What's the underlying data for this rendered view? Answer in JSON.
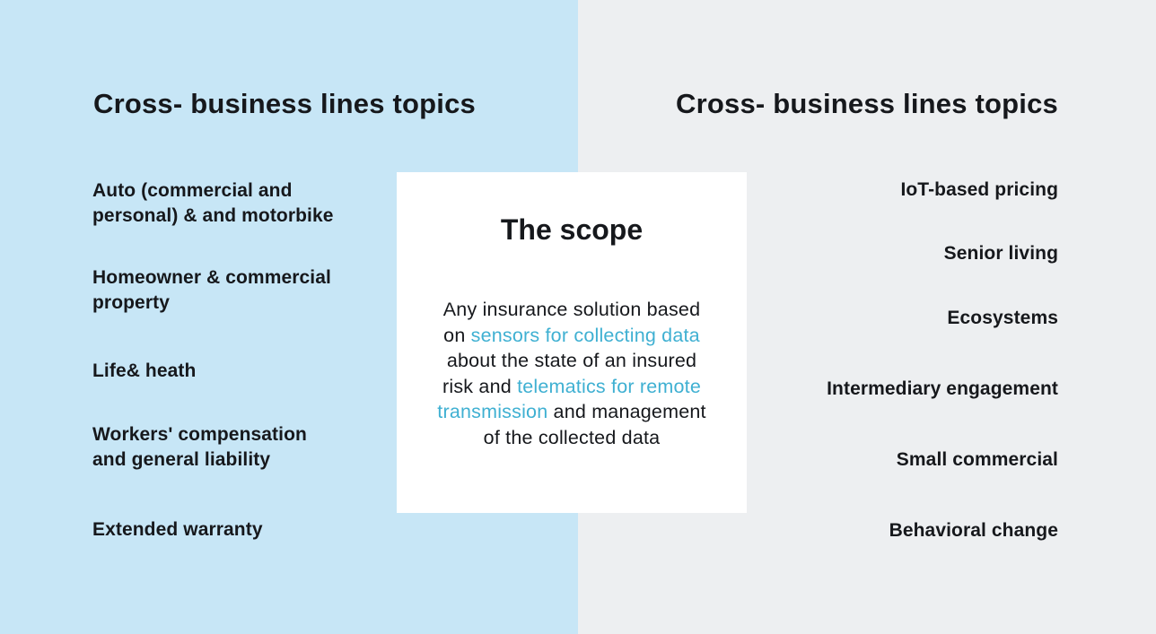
{
  "colors": {
    "left_panel_bg": "#C7E6F6",
    "right_panel_bg": "#EDEFF1",
    "card_bg": "#FFFFFF",
    "text_dark": "#16181C",
    "accent_teal": "#3FB0D2"
  },
  "left_panel": {
    "title": "Cross- business lines topics",
    "items": [
      "Auto (commercial and personal) & and motorbike",
      "Homeowner & commercial property",
      "Life& heath",
      "Workers' compensation and general liability",
      "Extended warranty"
    ]
  },
  "right_panel": {
    "title": "Cross- business lines topics",
    "items": [
      "IoT-based pricing",
      "Senior living",
      "Ecosystems",
      "Intermediary engagement",
      "Small commercial",
      "Behavioral change"
    ]
  },
  "scope_card": {
    "title": "The scope",
    "lines": [
      [
        {
          "text": "Any insurance solution based",
          "accent": false
        }
      ],
      [
        {
          "text": "on ",
          "accent": false
        },
        {
          "text": "sensors for collecting data",
          "accent": true
        }
      ],
      [
        {
          "text": "about the state of an insured",
          "accent": false
        }
      ],
      [
        {
          "text": "risk and ",
          "accent": false
        },
        {
          "text": "telematics for remote",
          "accent": true
        }
      ],
      [
        {
          "text": "transmission",
          "accent": true
        },
        {
          "text": " and management",
          "accent": false
        }
      ],
      [
        {
          "text": "of the collected data",
          "accent": false
        }
      ]
    ]
  }
}
